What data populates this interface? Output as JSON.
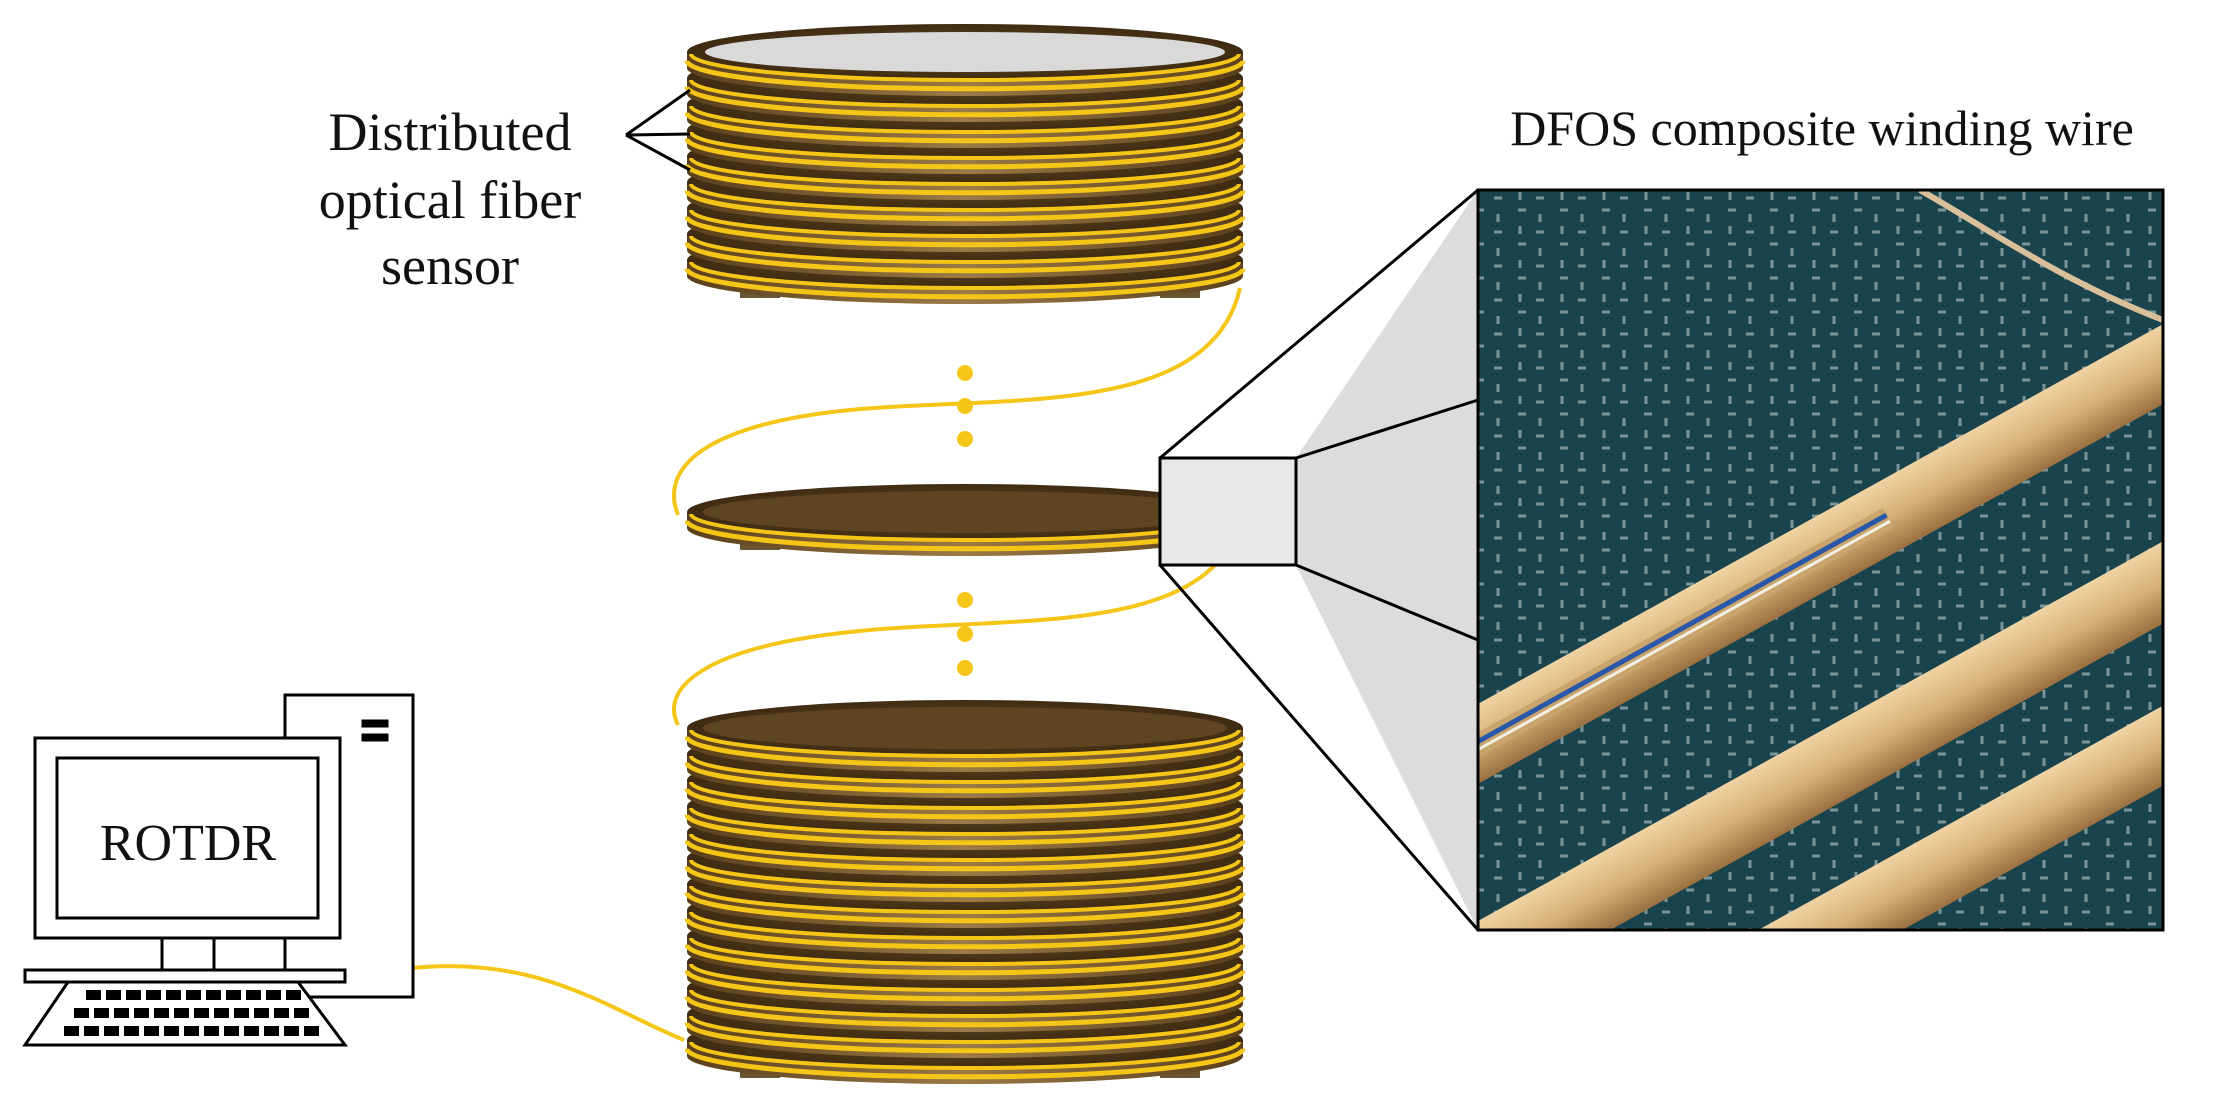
{
  "labels": {
    "sensor_line1": "Distributed",
    "sensor_line2": "optical fiber",
    "sensor_line3": "sensor",
    "photo_title": "DFOS composite winding wire",
    "monitor_text": "ROTDR"
  },
  "colors": {
    "fiber": "#F5C518",
    "disc_dark": "#4a3518",
    "disc_mid": "#7a5a2e",
    "disc_light": "#9c7a46",
    "disc_top_inner": "#5e4421",
    "top_face": "#d9d9d9",
    "photo_bg": "#1d4a55",
    "wire_tan": "#d7b07a",
    "outline": "#000000"
  },
  "components": [
    {
      "id": "top-winding-stack",
      "disc_count": 9
    },
    {
      "id": "middle-winding-disc",
      "disc_count": 1
    },
    {
      "id": "bottom-winding-stack",
      "disc_count": 13
    }
  ]
}
